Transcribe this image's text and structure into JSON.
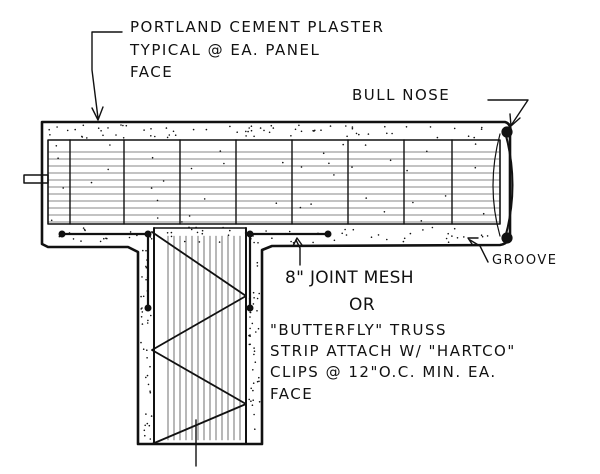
{
  "labels": {
    "plaster": [
      "PORTLAND CEMENT PLASTER",
      "TYPICAL @ EA. PANEL",
      "FACE"
    ],
    "bull_nose": "BULL NOSE",
    "groove": "GROOVE",
    "joint_mesh": "8\" JOINT MESH",
    "or": "OR",
    "alternative": [
      "\"BUTTERFLY\" TRUSS",
      "STRIP ATTACH W/ \"HARTCO\"",
      "CLIPS @ 12\"O.C. MIN. EA.",
      "FACE"
    ]
  },
  "colors": {
    "ink": "#111111",
    "paper": "#ffffff"
  }
}
